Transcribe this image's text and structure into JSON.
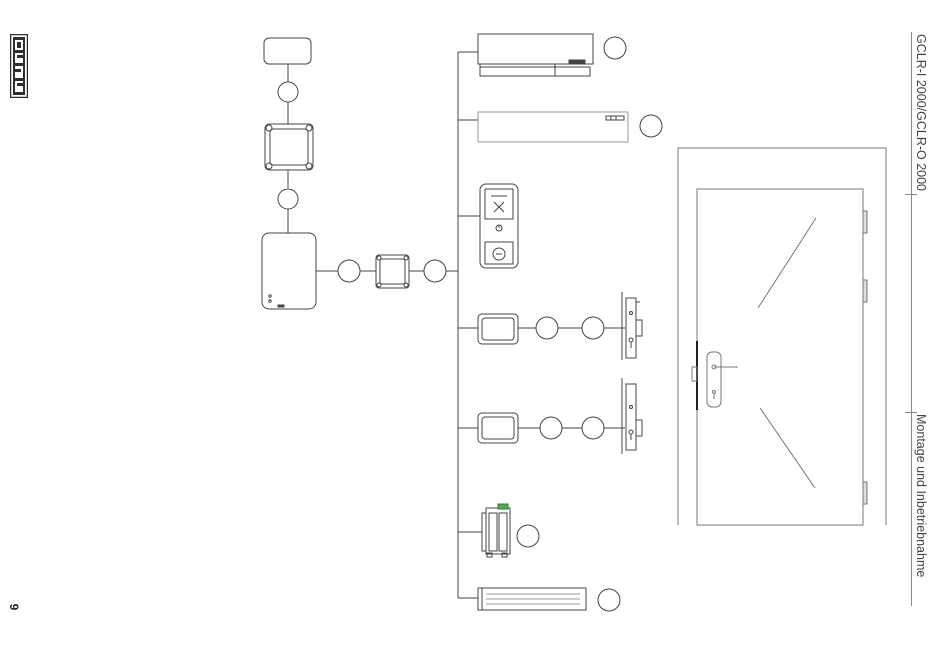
{
  "header": {
    "logo_text": "GEZE",
    "title": "GCLR-I 2000/GCLR-O 2000",
    "section": "Montage und Inbetriebnahme",
    "page_number": "9"
  },
  "colors": {
    "line": "#444444",
    "light_line": "#999999",
    "logo_bg": "#2f2f2f",
    "accent_green": "#4caf50"
  },
  "icons": [
    "rounded-box-icon",
    "connector-circle-icon",
    "junction-box-icon",
    "controller-icon",
    "door-operator-icon",
    "bus-module-icon",
    "key-switch-icon",
    "lock-icon",
    "strike-icon",
    "magnet-icon",
    "door-icon"
  ]
}
